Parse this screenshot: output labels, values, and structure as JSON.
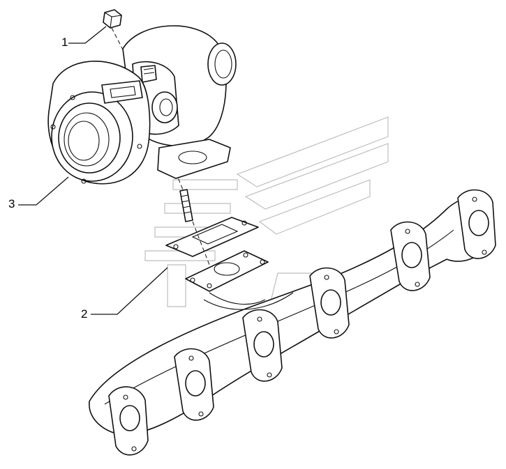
{
  "diagram": {
    "callouts": [
      {
        "id": "nut",
        "label": "1"
      },
      {
        "id": "gasket",
        "label": "2"
      },
      {
        "id": "turbocharger",
        "label": "3"
      }
    ]
  }
}
